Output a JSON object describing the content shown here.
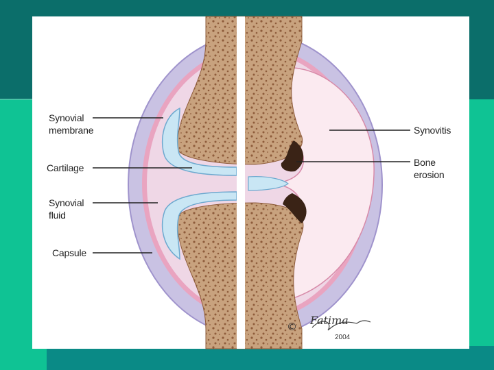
{
  "colors": {
    "slide_dark": "#0b6e6a",
    "slide_green": "#0fc394",
    "slide_mid": "#0a8a86",
    "panel": "#ffffff",
    "capsule": "#c9c2e3",
    "capsule_edge": "#9f93cc",
    "membrane_pink": "#e9a4c0",
    "joint_space": "#efd7e6",
    "cartilage": "#c9e6f4",
    "cartilage_edge": "#6da9cf",
    "bone": "#c8a27e",
    "bone_dark": "#8e5c3b",
    "synovitis": "#fbeaf0",
    "erosion": "#3a2316"
  },
  "labels_left": [
    {
      "lines": [
        "Synovial",
        "membrane"
      ]
    },
    {
      "lines": [
        "Cartilage"
      ]
    },
    {
      "lines": [
        "Synovial",
        "fluid"
      ]
    },
    {
      "lines": [
        "Capsule"
      ]
    }
  ],
  "labels_right": [
    {
      "lines": [
        "Synovitis"
      ]
    },
    {
      "lines": [
        "Bone",
        "erosion"
      ]
    }
  ],
  "signature": {
    "symbol": "©",
    "name": "Fatima",
    "year": "2004"
  }
}
